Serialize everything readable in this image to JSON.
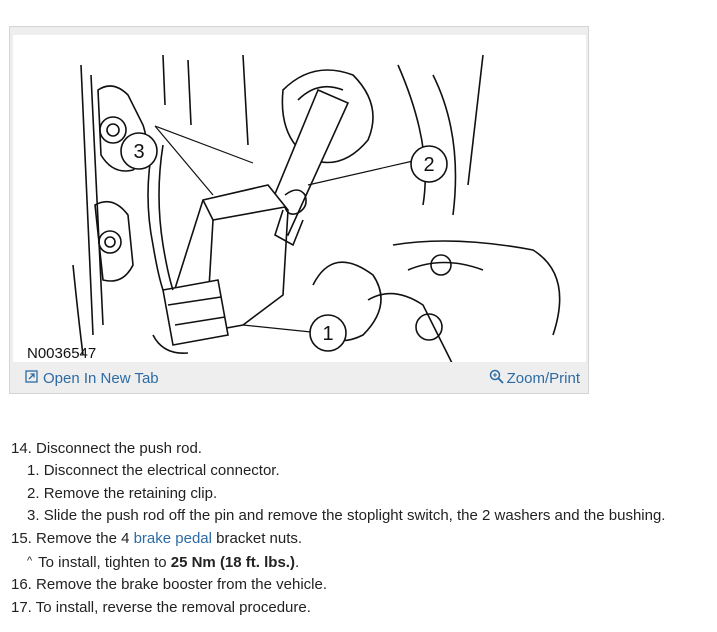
{
  "figure": {
    "code": "N0036547",
    "callouts": [
      "3",
      "2",
      "1"
    ],
    "open_tab_label": "Open In New Tab",
    "zoom_label": "Zoom/Print"
  },
  "steps": [
    {
      "num": "14.",
      "text": "Disconnect the push rod."
    },
    {
      "num": "1.",
      "text": "Disconnect the electrical connector."
    },
    {
      "num": "2.",
      "text": "Remove the retaining clip."
    },
    {
      "num": "3.",
      "text": "Slide the push rod off the pin and remove the stoplight switch, the 2 washers and the bushing."
    },
    {
      "num": "15.",
      "pre": "Remove the 4 ",
      "link": "brake pedal",
      "post": " bracket nuts."
    },
    {
      "mark": "^",
      "pre": "To install, tighten to ",
      "bold": "25 Nm (18 ft. lbs.)",
      "post": "."
    },
    {
      "num": "16.",
      "text": "Remove the brake booster from the vehicle."
    },
    {
      "num": "17.",
      "text": "To install, reverse the removal procedure."
    }
  ]
}
